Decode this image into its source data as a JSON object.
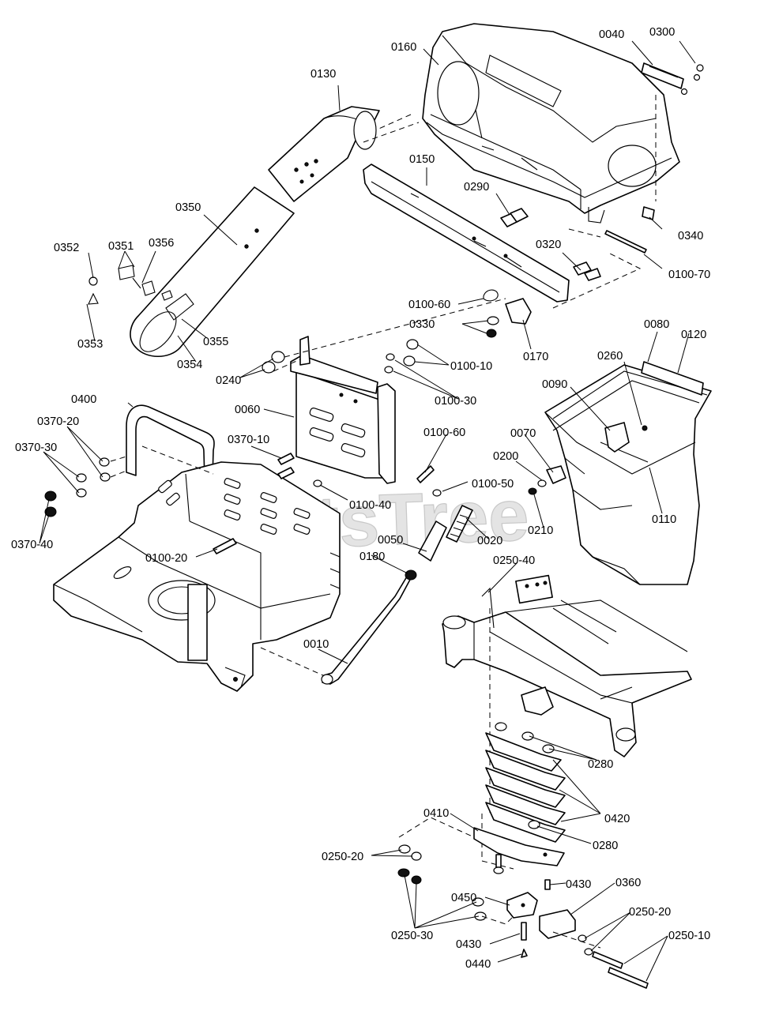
{
  "watermark": "PartsTree",
  "labels": [
    {
      "id": "0160",
      "text": "0160"
    },
    {
      "id": "0040",
      "text": "0040"
    },
    {
      "id": "0300",
      "text": "0300"
    },
    {
      "id": "0130",
      "text": "0130"
    },
    {
      "id": "0150",
      "text": "0150"
    },
    {
      "id": "0290",
      "text": "0290"
    },
    {
      "id": "0340",
      "text": "0340"
    },
    {
      "id": "0350",
      "text": "0350"
    },
    {
      "id": "0320",
      "text": "0320"
    },
    {
      "id": "0100-70",
      "text": "0100-70"
    },
    {
      "id": "0352",
      "text": "0352"
    },
    {
      "id": "0351",
      "text": "0351"
    },
    {
      "id": "0356",
      "text": "0356"
    },
    {
      "id": "0100-60a",
      "text": "0100-60"
    },
    {
      "id": "0330",
      "text": "0330"
    },
    {
      "id": "0353",
      "text": "0353"
    },
    {
      "id": "0355",
      "text": "0355"
    },
    {
      "id": "0170",
      "text": "0170"
    },
    {
      "id": "0354",
      "text": "0354"
    },
    {
      "id": "0080",
      "text": "0080"
    },
    {
      "id": "0120",
      "text": "0120"
    },
    {
      "id": "0100-10",
      "text": "0100-10"
    },
    {
      "id": "0240",
      "text": "0240"
    },
    {
      "id": "0260",
      "text": "0260"
    },
    {
      "id": "0090",
      "text": "0090"
    },
    {
      "id": "0100-30",
      "text": "0100-30"
    },
    {
      "id": "0400",
      "text": "0400"
    },
    {
      "id": "0060",
      "text": "0060"
    },
    {
      "id": "0370-20",
      "text": "0370-20"
    },
    {
      "id": "0100-60b",
      "text": "0100-60"
    },
    {
      "id": "0070",
      "text": "0070"
    },
    {
      "id": "0370-10",
      "text": "0370-10"
    },
    {
      "id": "0370-30",
      "text": "0370-30"
    },
    {
      "id": "0200",
      "text": "0200"
    },
    {
      "id": "0100-50",
      "text": "0100-50"
    },
    {
      "id": "0100-40",
      "text": "0100-40"
    },
    {
      "id": "0110",
      "text": "0110"
    },
    {
      "id": "0210",
      "text": "0210"
    },
    {
      "id": "0370-40",
      "text": "0370-40"
    },
    {
      "id": "0020",
      "text": "0020"
    },
    {
      "id": "0050",
      "text": "0050"
    },
    {
      "id": "0250-40",
      "text": "0250-40"
    },
    {
      "id": "0100-20",
      "text": "0100-20"
    },
    {
      "id": "0180",
      "text": "0180"
    },
    {
      "id": "0010",
      "text": "0010"
    },
    {
      "id": "0280a",
      "text": "0280"
    },
    {
      "id": "0410",
      "text": "0410"
    },
    {
      "id": "0420",
      "text": "0420"
    },
    {
      "id": "0280b",
      "text": "0280"
    },
    {
      "id": "0250-20a",
      "text": "0250-20"
    },
    {
      "id": "0430a",
      "text": "0430"
    },
    {
      "id": "0450",
      "text": "0450"
    },
    {
      "id": "0360",
      "text": "0360"
    },
    {
      "id": "0250-20b",
      "text": "0250-20"
    },
    {
      "id": "0250-30",
      "text": "0250-30"
    },
    {
      "id": "0250-10",
      "text": "0250-10"
    },
    {
      "id": "0430b",
      "text": "0430"
    },
    {
      "id": "0440",
      "text": "0440"
    }
  ]
}
